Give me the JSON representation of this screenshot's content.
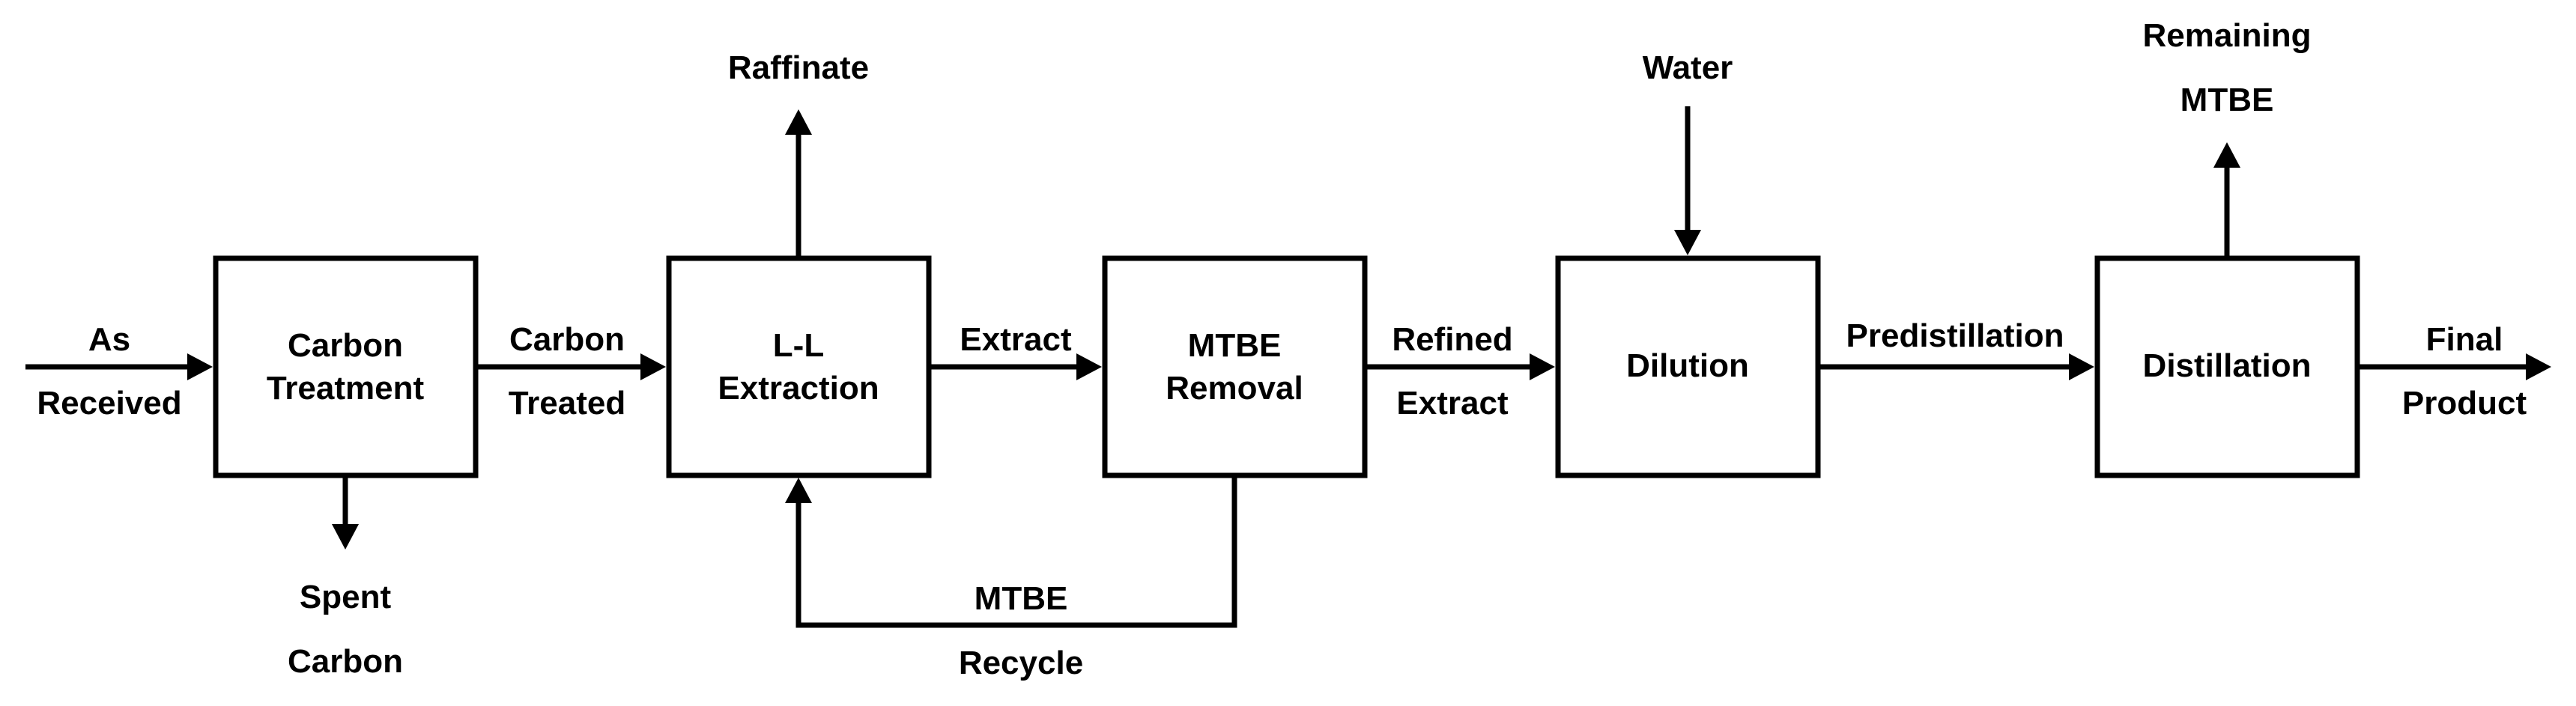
{
  "units": {
    "carbon_treatment": {
      "line1": "Carbon",
      "line2": "Treatment"
    },
    "ll_extraction": {
      "line1": "L-L",
      "line2": "Extraction"
    },
    "mtbe_removal": {
      "line1": "MTBE",
      "line2": "Removal"
    },
    "dilution": {
      "label": "Dilution"
    },
    "distillation": {
      "label": "Distillation"
    }
  },
  "streams": {
    "as_received": {
      "line1": "As",
      "line2": "Received"
    },
    "carbon_treated": {
      "line1": "Carbon",
      "line2": "Treated"
    },
    "spent_carbon": {
      "line1": "Spent",
      "line2": "Carbon"
    },
    "raffinate": {
      "label": "Raffinate"
    },
    "extract": {
      "label": "Extract"
    },
    "mtbe_recycle": {
      "line1": "MTBE",
      "line2": "Recycle"
    },
    "refined_extract": {
      "line1": "Refined",
      "line2": "Extract"
    },
    "water": {
      "label": "Water"
    },
    "predistillation": {
      "label": "Predistillation"
    },
    "remaining_mtbe": {
      "line1": "Remaining",
      "line2": "MTBE"
    },
    "final_product": {
      "line1": "Final",
      "line2": "Product"
    }
  }
}
